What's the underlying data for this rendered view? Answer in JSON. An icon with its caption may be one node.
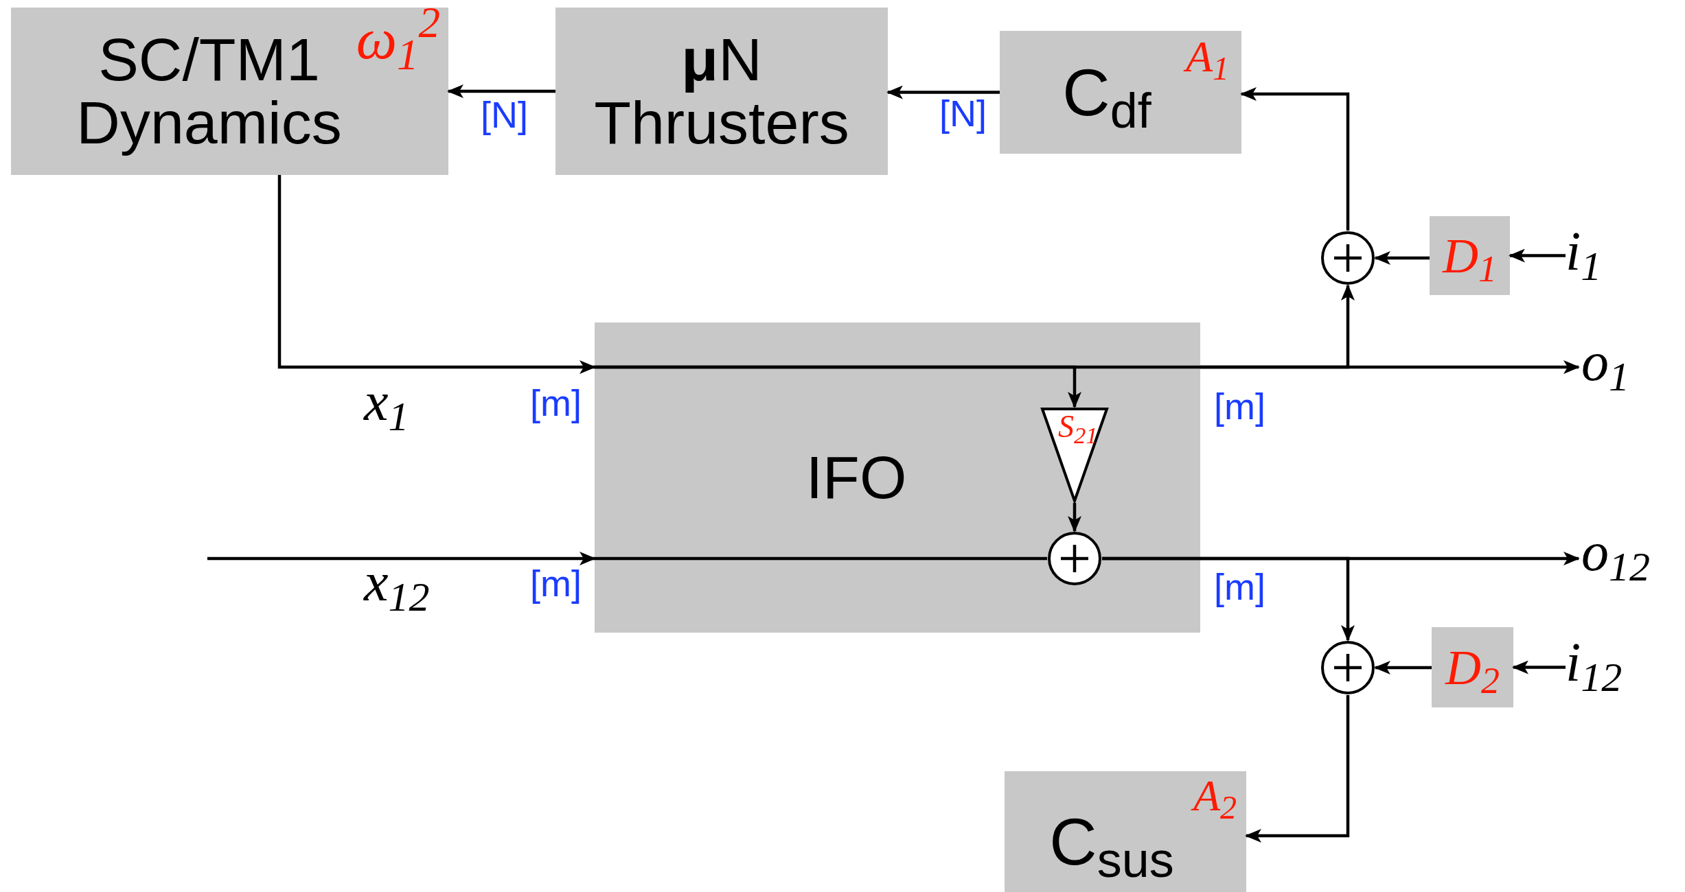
{
  "diagram": {
    "nodes": [
      {
        "text": [
          "SC/TM1 Dynamics",
          "ω$_{1}$$^{2}$"
        ]
      },
      {
        "text": [
          "**μ**N Thrusters"
        ]
      },
      {
        "text": [
          "C$_{df}$",
          "A$_{1}$"
        ]
      },
      {
        "text": [],
        "shape": "circle"
      },
      {
        "text": [
          "D$_{1}$"
        ]
      },
      {
        "text": [
          "i$_{1}$"
        ]
      },
      {
        "text": [
          "IFO"
        ]
      },
      {
        "text": [
          "S$_{21}$"
        ],
        "in": 6
      },
      {
        "text": [],
        "shape": "circle",
        "in": 6
      },
      {
        "text": [
          "o$_{1}$"
        ]
      },
      {
        "text": [
          "o$_{12}$"
        ]
      },
      {
        "text": [],
        "shape": "circle"
      },
      {
        "text": [
          "D$_{2}$"
        ]
      },
      {
        "text": [
          "i$_{12}$"
        ]
      },
      {
        "text": [
          "C$_{sus}$",
          "A$_{2}$"
        ]
      }
    ],
    "edges": [
      {
        "from": 2,
        "to": 1,
        "arrow": "to",
        "label": "[N]"
      },
      {
        "from": 1,
        "to": 0,
        "arrow": "to",
        "label": "[N]"
      },
      {
        "from": 0,
        "to": 6,
        "arrow": "to",
        "label": "x$_{1}$"
      },
      {
        "from": null,
        "to": 6,
        "arrow": "to",
        "label": "x$_{12}$"
      },
      {
        "from": 6,
        "to": 9,
        "arrow": "to"
      },
      {
        "from": 6,
        "to": 7,
        "arrow": "to"
      },
      {
        "from": 6,
        "to": 3,
        "arrow": "to"
      },
      {
        "from": 3,
        "to": 2,
        "arrow": "to"
      },
      {
        "from": 4,
        "to": 3,
        "arrow": "to"
      },
      {
        "from": 5,
        "to": 4,
        "arrow": "to"
      },
      {
        "from": 7,
        "to": 8,
        "arrow": "to"
      },
      {
        "from": 6,
        "to": 8,
        "arrow": "none"
      },
      {
        "from": 8,
        "to": 10,
        "arrow": "to"
      },
      {
        "from": 8,
        "to": 11,
        "arrow": "to"
      },
      {
        "from": 12,
        "to": 11,
        "arrow": "to"
      },
      {
        "from": 13,
        "to": 12,
        "arrow": "to"
      },
      {
        "from": 11,
        "to": 14,
        "arrow": "to"
      }
    ],
    "labels": [
      "[m]",
      "[m]",
      "[m]",
      "[m]"
    ]
  }
}
